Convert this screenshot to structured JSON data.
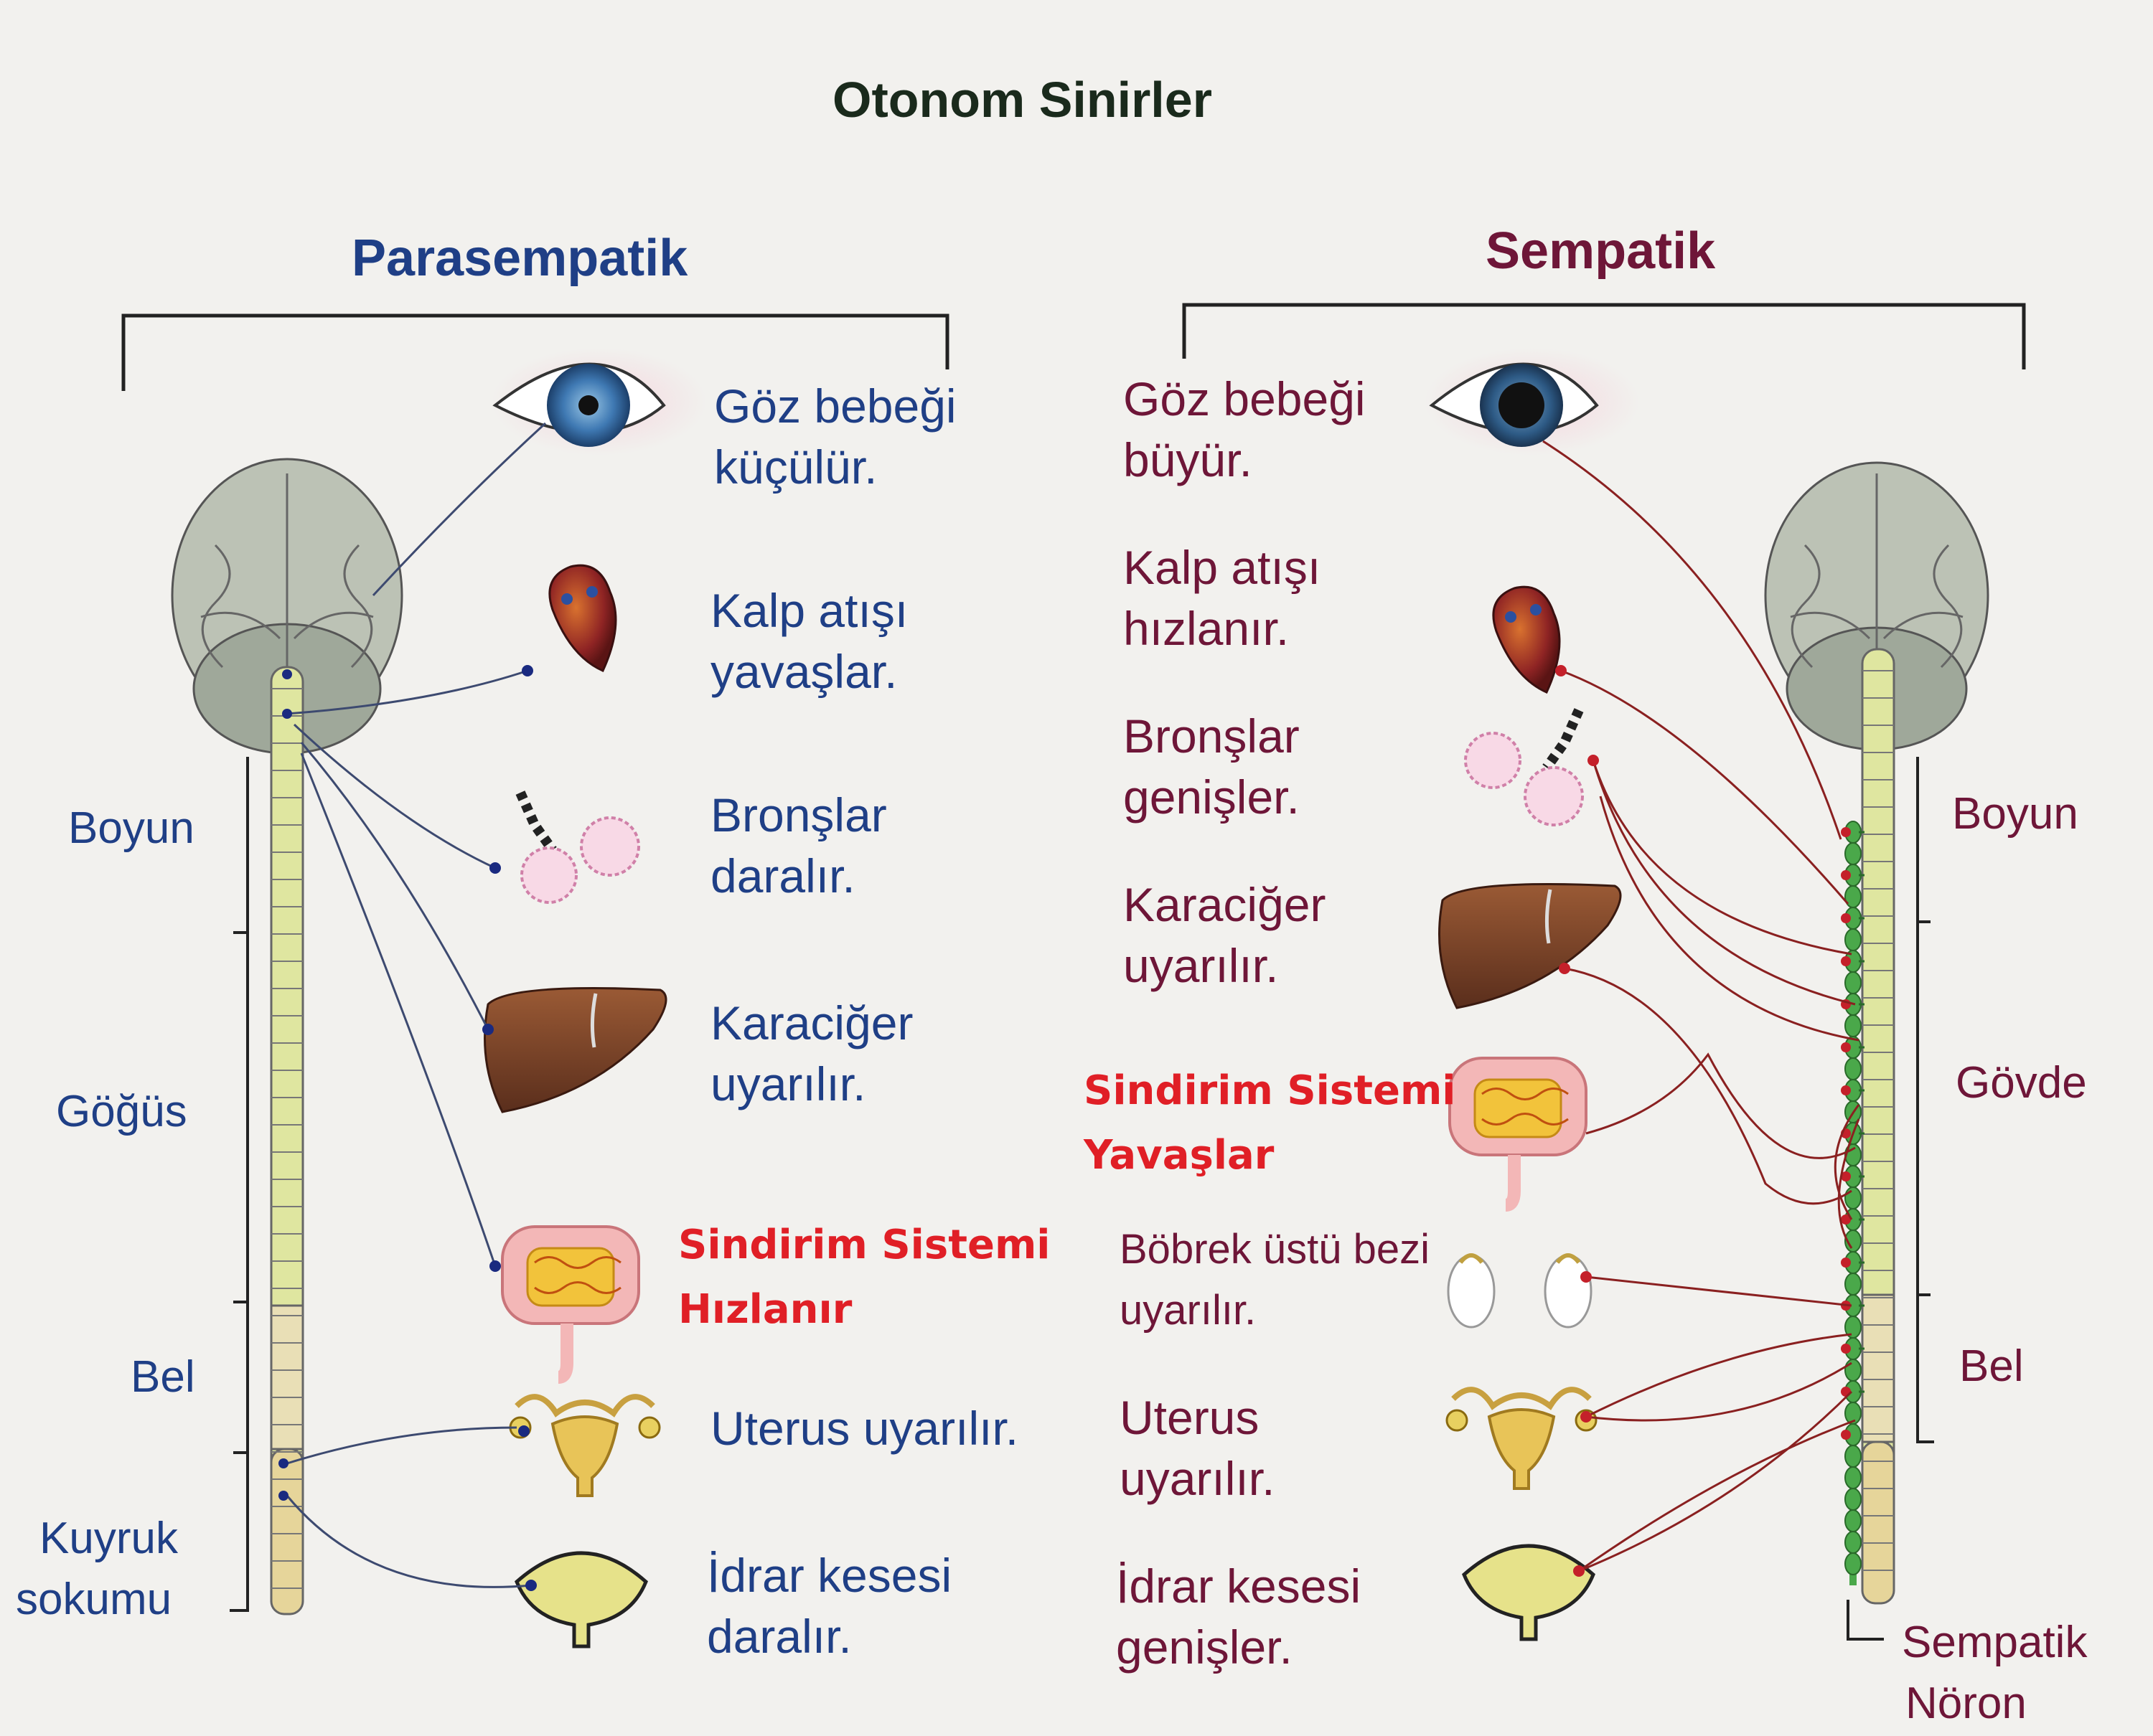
{
  "title": "Otonom Sinirler",
  "parasympathetic": {
    "heading": "Parasempatik",
    "regions": [
      "Boyun",
      "Göğüs",
      "Bel",
      "Kuyruk",
      "sokumu"
    ],
    "effects": [
      {
        "organ": "eye-icon",
        "line1": "Göz bebeği",
        "line2": "küçülür."
      },
      {
        "organ": "heart-icon",
        "line1": "Kalp atışı",
        "line2": "yavaşlar."
      },
      {
        "organ": "lungs-icon",
        "line1": "Bronşlar",
        "line2": "daralır."
      },
      {
        "organ": "liver-icon",
        "line1": "Karaciğer",
        "line2": "uyarılır."
      },
      {
        "organ": "intestine-icon",
        "line1": "Sindirim Sistemi",
        "line2": "Hızlanır"
      },
      {
        "organ": "uterus-icon",
        "line1": "Uterus uyarılır.",
        "line2": ""
      },
      {
        "organ": "bladder-icon",
        "line1": "İdrar kesesi",
        "line2": "daralır."
      }
    ]
  },
  "sympathetic": {
    "heading": "Sempatik",
    "regions": [
      "Boyun",
      "Gövde",
      "Bel"
    ],
    "neuron_label": [
      "Sempatik",
      "Nöron"
    ],
    "effects": [
      {
        "organ": "eye-icon",
        "line1": "Göz bebeği",
        "line2": "büyür."
      },
      {
        "organ": "heart-icon",
        "line1": "Kalp atışı",
        "line2": "hızlanır."
      },
      {
        "organ": "lungs-icon",
        "line1": "Bronşlar",
        "line2": "genişler."
      },
      {
        "organ": "liver-icon",
        "line1": "Karaciğer",
        "line2": "uyarılır."
      },
      {
        "organ": "intestine-icon",
        "line1": "Sindirim Sistemi",
        "line2": "Yavaşlar"
      },
      {
        "organ": "adrenal-icon",
        "line1": "Böbrek üstü bezi",
        "line2": "uyarılır."
      },
      {
        "organ": "uterus-icon",
        "line1": "Uterus",
        "line2": "uyarılır."
      },
      {
        "organ": "bladder-icon",
        "line1": "İdrar kesesi",
        "line2": "genişler."
      }
    ]
  },
  "colors": {
    "parasympathetic_text": "#1f3f86",
    "sympathetic_text": "#6e1638",
    "highlight_text": "#e01f26",
    "para_nerve": "#3d4a70",
    "symp_nerve": "#8a2020",
    "spinal_cord": "#dfe6a0",
    "ganglion_chain": "#4aa84a"
  }
}
